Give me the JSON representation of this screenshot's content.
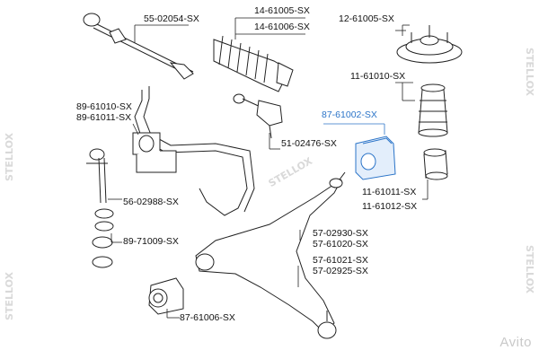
{
  "colors": {
    "ink": "#222222",
    "highlight": "#2b74c8",
    "highlight_fill": "#e3eefb",
    "watermark": "#d9d9d9"
  },
  "watermark": {
    "brand": "STELLOX"
  },
  "avito_mark": "Avito",
  "labels": {
    "p55_02054": "55-02054-SX",
    "p14_61005": "14-61005-SX",
    "p14_61006": "14-61006-SX",
    "p12_61005": "12-61005-SX",
    "p11_61010": "11-61010-SX",
    "p87_61002": "87-61002-SX",
    "p89_61010": "89-61010-SX",
    "p89_61011": "89-61011-SX",
    "p51_02476": "51-02476-SX",
    "p11_61011": "11-61011-SX",
    "p11_61012": "11-61012-SX",
    "p56_02988": "56-02988-SX",
    "p57_02930": "57-02930-SX",
    "p57_61020": "57-61020-SX",
    "p89_71009": "89-71009-SX",
    "p57_61021": "57-61021-SX",
    "p57_02925": "57-02925-SX",
    "p87_61006": "87-61006-SX"
  }
}
